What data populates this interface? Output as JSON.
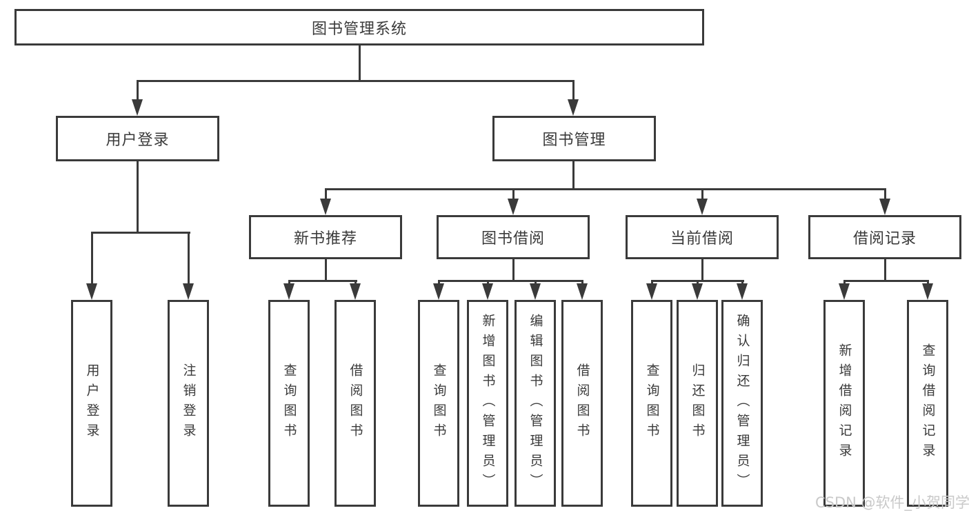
{
  "diagram": {
    "title": "图书管理系统",
    "level2": [
      {
        "label": "用户登录"
      },
      {
        "label": "图书管理"
      }
    ],
    "level3": [
      {
        "label": "新书推荐"
      },
      {
        "label": "图书借阅"
      },
      {
        "label": "当前借阅"
      },
      {
        "label": "借阅记录"
      }
    ],
    "leaves": [
      {
        "group": "用户登录",
        "label": "用户登录"
      },
      {
        "group": "用户登录",
        "label": "注销登录"
      },
      {
        "group": "新书推荐",
        "label": "查询图书"
      },
      {
        "group": "新书推荐",
        "label": "借阅图书"
      },
      {
        "group": "图书借阅",
        "label": "查询图书"
      },
      {
        "group": "图书借阅",
        "label": "新增图书（管理员）"
      },
      {
        "group": "图书借阅",
        "label": "编辑图书（管理员）"
      },
      {
        "group": "图书借阅",
        "label": "借阅图书"
      },
      {
        "group": "当前借阅",
        "label": "查询图书"
      },
      {
        "group": "当前借阅",
        "label": "归还图书"
      },
      {
        "group": "当前借阅",
        "label": "确认归还（管理员）"
      },
      {
        "group": "借阅记录",
        "label": "新增借阅记录"
      },
      {
        "group": "借阅记录",
        "label": "查询借阅记录"
      }
    ],
    "watermark": "CSDN @软件_小贺同学",
    "colors": {
      "line": "#3a3a3a",
      "text": "#3a3a3a",
      "box_background": "#ffffff",
      "page_background": "#ffffff",
      "watermark": "#c9c9c9"
    }
  }
}
